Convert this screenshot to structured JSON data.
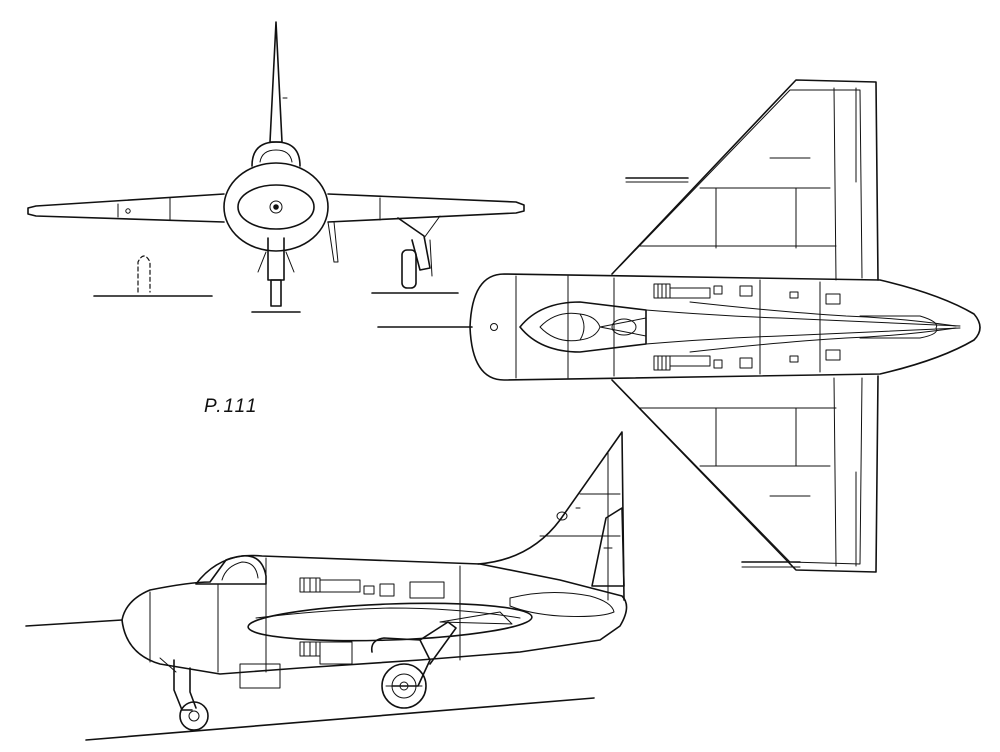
{
  "caption": {
    "designation": "P.111"
  },
  "views": [
    "front-view",
    "plan-view",
    "side-view"
  ]
}
